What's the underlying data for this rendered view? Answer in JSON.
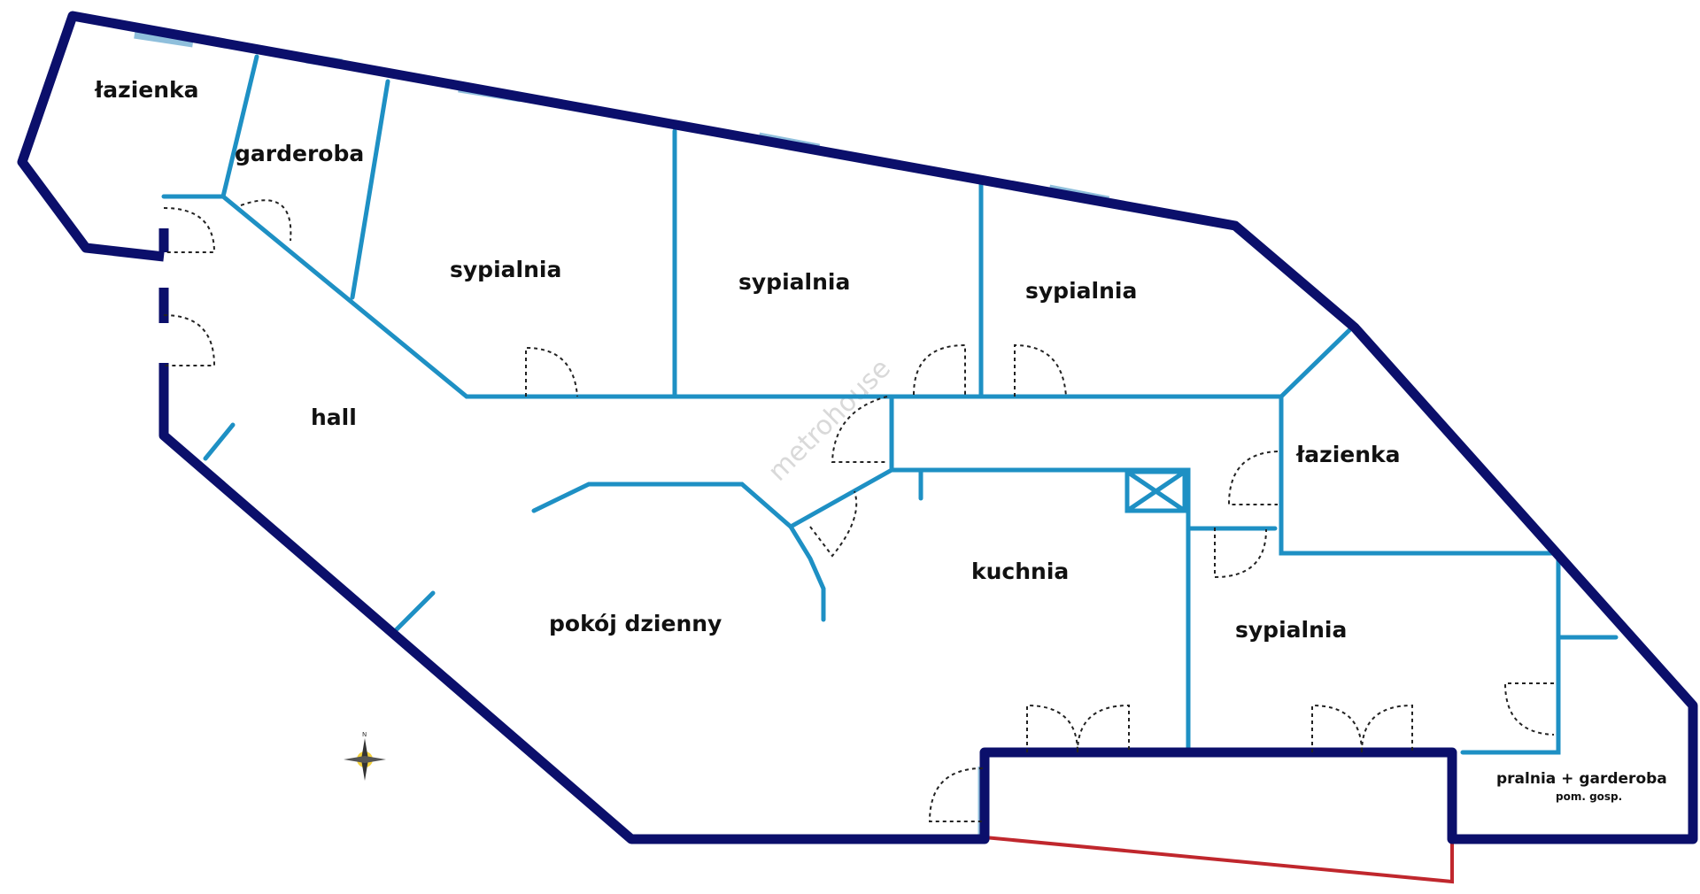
{
  "colors": {
    "exterior_wall": "#0b0f6b",
    "interior_wall": "#1e90c4",
    "window": "#9ec8e0",
    "door_swing": "#222222",
    "balcony_edge": "#c0272d",
    "watermark": "#d9d9d9"
  },
  "rooms": {
    "bathroom_1": "łazienka",
    "wardrobe": "garderoba",
    "bedroom_1": "sypialnia",
    "bedroom_2": "sypialnia",
    "bedroom_3": "sypialnia",
    "hall": "hall",
    "bathroom_2": "łazienka",
    "kitchen": "kuchnia",
    "living_room": "pokój dzienny",
    "bedroom_4": "sypialnia",
    "laundry": "pralnia + garderoba",
    "utility": "pom. gosp."
  },
  "watermark": "metrohouse",
  "icons": {
    "compass": "compass-icon",
    "vent": "ventilation-shaft-icon"
  }
}
